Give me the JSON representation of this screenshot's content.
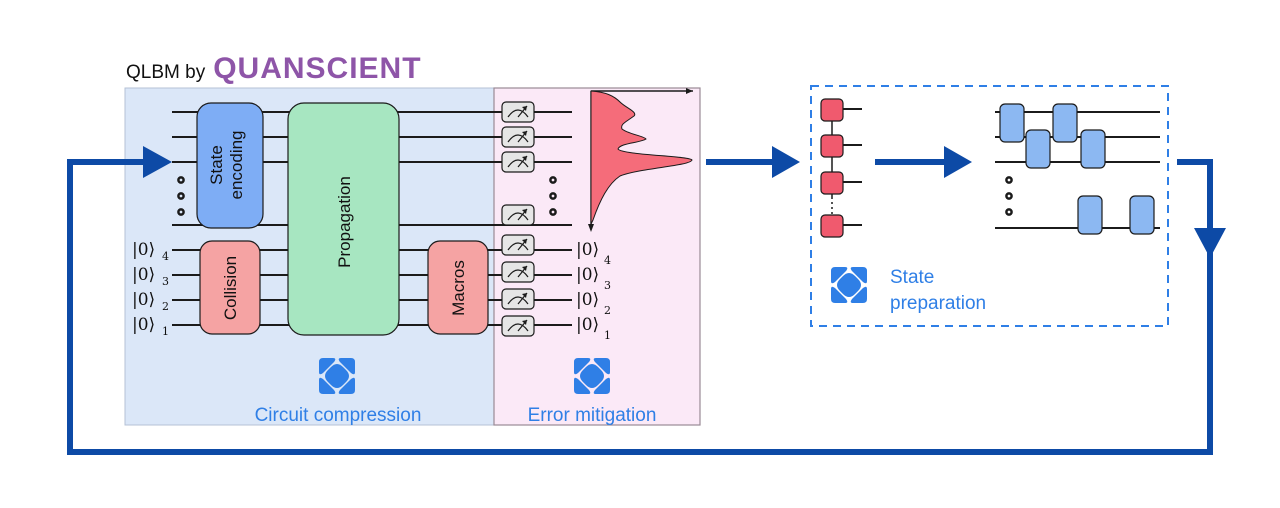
{
  "brand": {
    "prefix": "QLBM by",
    "name": "QUANSCIENT"
  },
  "gates": {
    "state_encoding_line1": "State",
    "state_encoding_line2": "encoding",
    "collision": "Collision",
    "propagation": "Propagation",
    "macros": "Macros"
  },
  "kets": {
    "left": [
      {
        "ket": "|0⟩",
        "sub": "4"
      },
      {
        "ket": "|0⟩",
        "sub": "3"
      },
      {
        "ket": "|0⟩",
        "sub": "2"
      },
      {
        "ket": "|0⟩",
        "sub": "1"
      }
    ],
    "right": [
      {
        "ket": "|0⟩",
        "sub": "4"
      },
      {
        "ket": "|0⟩",
        "sub": "3"
      },
      {
        "ket": "|0⟩",
        "sub": "2"
      },
      {
        "ket": "|0⟩",
        "sub": "1"
      }
    ]
  },
  "panels": {
    "circuit_compression": "Circuit compression",
    "error_mitigation": "Error mitigation",
    "state_preparation_line1": "State",
    "state_preparation_line2": "preparation"
  },
  "colors": {
    "compression_bg": "#dbe7f8",
    "mitigation_bg": "#fbe9f7",
    "state_gate": "#7eadf5",
    "collision_gate": "#f5a3a3",
    "propagation_gate": "#a7e6c1",
    "measure_gate": "#e6e6e6",
    "distribution": "#f56c7a",
    "prep_red_gate": "#f05a6e",
    "prep_blue_gate": "#8cb8f2",
    "arrow": "#0d4aa6",
    "accent_icon": "#2f7fe6",
    "caption": "#2f7fe6",
    "brand": "#8e55a8"
  },
  "icons": {
    "compression": "quanscient-logo-icon",
    "mitigation": "quanscient-logo-icon",
    "preparation": "quanscient-logo-icon",
    "meter": "measurement-meter-icon"
  }
}
